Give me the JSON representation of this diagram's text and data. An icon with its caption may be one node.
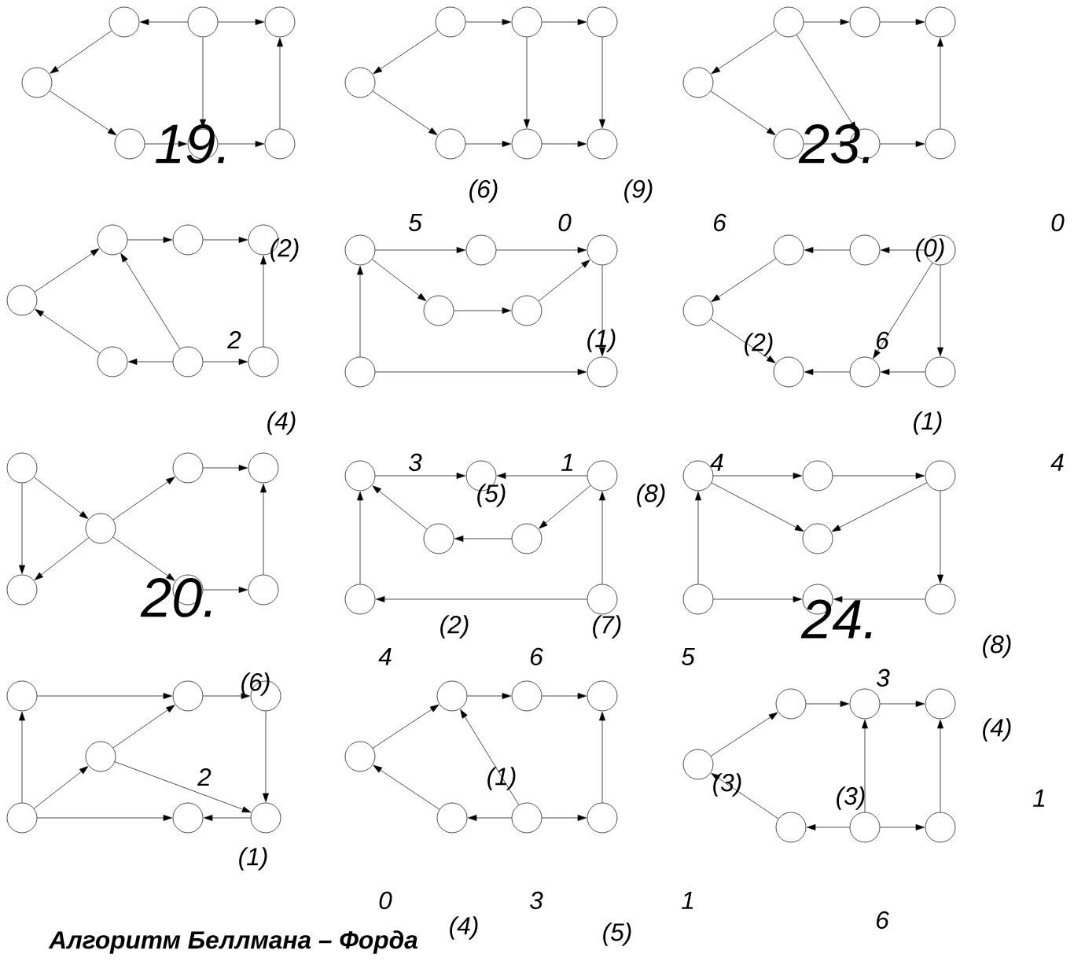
{
  "diagram": {
    "title": "Алгоритм Беллмана – Форда",
    "nodes": [
      {
        "text": [],
        "shape": "circle"
      },
      {
        "text": [],
        "shape": "circle"
      },
      {
        "text": [],
        "shape": "circle"
      },
      {
        "text": [],
        "shape": "circle"
      },
      {
        "text": [],
        "shape": "circle"
      },
      {
        "text": [],
        "shape": "circle"
      },
      {
        "text": [],
        "shape": "circle"
      },
      {
        "text": [],
        "shape": "circle"
      },
      {
        "text": [],
        "shape": "circle"
      },
      {
        "text": [],
        "shape": "circle"
      },
      {
        "text": [],
        "shape": "circle"
      },
      {
        "text": [],
        "shape": "circle"
      },
      {
        "text": [],
        "shape": "circle"
      },
      {
        "text": [],
        "shape": "circle"
      },
      {
        "text": [],
        "shape": "circle"
      },
      {
        "text": [],
        "shape": "circle"
      },
      {
        "text": [],
        "shape": "circle"
      },
      {
        "text": [],
        "shape": "circle"
      },
      {
        "text": [],
        "shape": "circle"
      },
      {
        "text": [],
        "shape": "circle"
      },
      {
        "text": [],
        "shape": "circle"
      },
      {
        "text": [],
        "shape": "circle"
      },
      {
        "text": [],
        "shape": "circle"
      },
      {
        "text": [],
        "shape": "circle"
      },
      {
        "text": [],
        "shape": "circle"
      },
      {
        "text": [],
        "shape": "circle"
      },
      {
        "text": [],
        "shape": "circle"
      },
      {
        "text": [],
        "shape": "circle"
      },
      {
        "text": [],
        "shape": "circle"
      },
      {
        "text": [],
        "shape": "circle"
      },
      {
        "text": [],
        "shape": "circle"
      },
      {
        "text": [],
        "shape": "circle"
      },
      {
        "text": [],
        "shape": "circle"
      },
      {
        "text": [],
        "shape": "circle"
      },
      {
        "text": [],
        "shape": "circle"
      },
      {
        "text": [],
        "shape": "circle"
      },
      {
        "text": [],
        "shape": "circle"
      },
      {
        "text": [],
        "shape": "circle"
      },
      {
        "text": [],
        "shape": "circle"
      },
      {
        "text": [],
        "shape": "circle"
      },
      {
        "text": [],
        "shape": "circle"
      },
      {
        "text": [],
        "shape": "circle"
      },
      {
        "text": [],
        "shape": "circle"
      },
      {
        "text": [],
        "shape": "circle"
      },
      {
        "text": [],
        "shape": "circle"
      },
      {
        "text": [],
        "shape": "circle"
      },
      {
        "text": [],
        "shape": "circle"
      },
      {
        "text": [],
        "shape": "circle"
      },
      {
        "text": [],
        "shape": "circle"
      },
      {
        "text": [],
        "shape": "circle"
      },
      {
        "text": [],
        "shape": "circle"
      },
      {
        "text": [],
        "shape": "circle"
      },
      {
        "text": [],
        "shape": "circle"
      },
      {
        "text": [],
        "shape": "circle"
      },
      {
        "text": [],
        "shape": "circle"
      },
      {
        "text": [],
        "shape": "circle"
      },
      {
        "text": [],
        "shape": "circle"
      },
      {
        "text": [],
        "shape": "circle"
      },
      {
        "text": [],
        "shape": "circle"
      },
      {
        "text": [],
        "shape": "circle"
      },
      {
        "text": [],
        "shape": "circle"
      },
      {
        "text": [],
        "shape": "circle"
      },
      {
        "text": [],
        "shape": "circle"
      },
      {
        "text": [],
        "shape": "circle"
      },
      {
        "text": [],
        "shape": "circle"
      },
      {
        "text": [],
        "shape": "circle"
      },
      {
        "text": [],
        "shape": "circle"
      },
      {
        "text": [],
        "shape": "circle"
      },
      {
        "text": [],
        "shape": "circle"
      },
      {
        "text": [],
        "shape": "circle"
      },
      {
        "text": [],
        "shape": "circle"
      },
      {
        "text": [],
        "shape": "circle"
      },
      {
        "text": [],
        "shape": "circle"
      },
      {
        "text": [],
        "shape": "circle"
      },
      {
        "text": [],
        "shape": "circle"
      },
      {
        "text": [],
        "shape": "circle"
      },
      {
        "text": [],
        "shape": "circle"
      },
      {
        "text": [],
        "shape": "circle"
      },
      {
        "text": [],
        "shape": "circle"
      },
      {
        "text": [],
        "shape": "circle"
      },
      {
        "text": [],
        "shape": "circle"
      },
      {
        "text": [],
        "shape": "circle"
      },
      {
        "text": [],
        "shape": "circle"
      },
      {
        "text": [],
        "shape": "circle"
      }
    ],
    "edges": [
      {
        "from": 1,
        "to": 0,
        "arrow": "to"
      },
      {
        "from": 1,
        "to": 2,
        "arrow": "to"
      },
      {
        "from": 0,
        "to": 3,
        "arrow": "to"
      },
      {
        "from": 3,
        "to": 4,
        "arrow": "to"
      },
      {
        "from": 4,
        "to": 5,
        "arrow": "to"
      },
      {
        "from": 1,
        "to": 5,
        "arrow": "to"
      },
      {
        "from": 5,
        "to": 6,
        "arrow": "to"
      },
      {
        "from": 6,
        "to": 2,
        "arrow": "to"
      },
      {
        "from": 7,
        "to": 8,
        "arrow": "to"
      },
      {
        "from": 8,
        "to": 9,
        "arrow": "to"
      },
      {
        "from": 7,
        "to": 10,
        "arrow": "to"
      },
      {
        "from": 10,
        "to": 11,
        "arrow": "to"
      },
      {
        "from": 11,
        "to": 12,
        "arrow": "to"
      },
      {
        "from": 8,
        "to": 12,
        "arrow": "to"
      },
      {
        "from": 12,
        "to": 13,
        "arrow": "to"
      },
      {
        "from": 9,
        "to": 13,
        "arrow": "to"
      },
      {
        "from": 14,
        "to": 15,
        "arrow": "to"
      },
      {
        "from": 15,
        "to": 16,
        "arrow": "to"
      },
      {
        "from": 14,
        "to": 17,
        "arrow": "to"
      },
      {
        "from": 17,
        "to": 18,
        "arrow": "to"
      },
      {
        "from": 18,
        "to": 19,
        "arrow": "to"
      },
      {
        "from": 14,
        "to": 19,
        "arrow": "to"
      },
      {
        "from": 19,
        "to": 20,
        "arrow": "to"
      },
      {
        "from": 20,
        "to": 16,
        "arrow": "to"
      },
      {
        "from": 21,
        "to": 22,
        "arrow": "to"
      },
      {
        "from": 22,
        "to": 23,
        "arrow": "to"
      },
      {
        "from": 24,
        "to": 21,
        "arrow": "to"
      },
      {
        "from": 25,
        "to": 24,
        "arrow": "to"
      },
      {
        "from": 26,
        "to": 25,
        "arrow": "to"
      },
      {
        "from": 26,
        "to": 21,
        "arrow": "to"
      },
      {
        "from": 26,
        "to": 27,
        "arrow": "to"
      },
      {
        "from": 27,
        "to": 23,
        "arrow": "to"
      },
      {
        "from": 28,
        "to": 29,
        "arrow": "to"
      },
      {
        "from": 29,
        "to": 30,
        "arrow": "to"
      },
      {
        "from": 28,
        "to": 31,
        "arrow": "to"
      },
      {
        "from": 31,
        "to": 32,
        "arrow": "to"
      },
      {
        "from": 32,
        "to": 30,
        "arrow": "to"
      },
      {
        "from": 33,
        "to": 28,
        "arrow": "to"
      },
      {
        "from": 33,
        "to": 34,
        "arrow": "to"
      },
      {
        "from": 30,
        "to": 34,
        "arrow": "to"
      },
      {
        "from": 37,
        "to": 36,
        "arrow": "to"
      },
      {
        "from": 36,
        "to": 35,
        "arrow": "to"
      },
      {
        "from": 35,
        "to": 38,
        "arrow": "to"
      },
      {
        "from": 38,
        "to": 39,
        "arrow": "to"
      },
      {
        "from": 40,
        "to": 39,
        "arrow": "to"
      },
      {
        "from": 41,
        "to": 40,
        "arrow": "to"
      },
      {
        "from": 37,
        "to": 40,
        "arrow": "to"
      },
      {
        "from": 37,
        "to": 41,
        "arrow": "to"
      },
      {
        "from": 43,
        "to": 44,
        "arrow": "to"
      },
      {
        "from": 42,
        "to": 46,
        "arrow": "to"
      },
      {
        "from": 42,
        "to": 45,
        "arrow": "to"
      },
      {
        "from": 45,
        "to": 43,
        "arrow": "to"
      },
      {
        "from": 45,
        "to": 46,
        "arrow": "to"
      },
      {
        "from": 45,
        "to": 47,
        "arrow": "to"
      },
      {
        "from": 47,
        "to": 48,
        "arrow": "to"
      },
      {
        "from": 48,
        "to": 44,
        "arrow": "to"
      },
      {
        "from": 49,
        "to": 50,
        "arrow": "to"
      },
      {
        "from": 51,
        "to": 50,
        "arrow": "to"
      },
      {
        "from": 51,
        "to": 53,
        "arrow": "to"
      },
      {
        "from": 53,
        "to": 52,
        "arrow": "to"
      },
      {
        "from": 52,
        "to": 49,
        "arrow": "to"
      },
      {
        "from": 54,
        "to": 49,
        "arrow": "to"
      },
      {
        "from": 55,
        "to": 54,
        "arrow": "to"
      },
      {
        "from": 55,
        "to": 51,
        "arrow": "to"
      },
      {
        "from": 56,
        "to": 57,
        "arrow": "to"
      },
      {
        "from": 57,
        "to": 58,
        "arrow": "to"
      },
      {
        "from": 56,
        "to": 59,
        "arrow": "to"
      },
      {
        "from": 58,
        "to": 59,
        "arrow": "to"
      },
      {
        "from": 58,
        "to": 62,
        "arrow": "to"
      },
      {
        "from": 60,
        "to": 56,
        "arrow": "to"
      },
      {
        "from": 60,
        "to": 61,
        "arrow": "to"
      },
      {
        "from": 62,
        "to": 61,
        "arrow": "to"
      },
      {
        "from": 63,
        "to": 64,
        "arrow": "to"
      },
      {
        "from": 64,
        "to": 65,
        "arrow": "to"
      },
      {
        "from": 67,
        "to": 63,
        "arrow": "to"
      },
      {
        "from": 67,
        "to": 66,
        "arrow": "to"
      },
      {
        "from": 66,
        "to": 64,
        "arrow": "to"
      },
      {
        "from": 66,
        "to": 69,
        "arrow": "to"
      },
      {
        "from": 67,
        "to": 68,
        "arrow": "to"
      },
      {
        "from": 65,
        "to": 69,
        "arrow": "to"
      },
      {
        "from": 69,
        "to": 68,
        "arrow": "to"
      },
      {
        "from": 73,
        "to": 70,
        "arrow": "to"
      },
      {
        "from": 70,
        "to": 71,
        "arrow": "to"
      },
      {
        "from": 71,
        "to": 72,
        "arrow": "to"
      },
      {
        "from": 74,
        "to": 73,
        "arrow": "to"
      },
      {
        "from": 75,
        "to": 74,
        "arrow": "to"
      },
      {
        "from": 75,
        "to": 70,
        "arrow": "to"
      },
      {
        "from": 75,
        "to": 76,
        "arrow": "to"
      },
      {
        "from": 76,
        "to": 72,
        "arrow": "to"
      },
      {
        "from": 80,
        "to": 77,
        "arrow": "to"
      },
      {
        "from": 77,
        "to": 78,
        "arrow": "to"
      },
      {
        "from": 78,
        "to": 79,
        "arrow": "to"
      },
      {
        "from": 81,
        "to": 80,
        "arrow": "to"
      },
      {
        "from": 82,
        "to": 81,
        "arrow": "to"
      },
      {
        "from": 82,
        "to": 78,
        "arrow": "to"
      },
      {
        "from": 82,
        "to": 83,
        "arrow": "to"
      },
      {
        "from": 83,
        "to": 79,
        "arrow": "to"
      }
    ],
    "labels": [
      "19.",
      "23.",
      "(6)",
      "(9)",
      "5",
      "0",
      "6",
      "0",
      "(2)",
      "(0)",
      "2",
      "(1)",
      "(2)",
      "6",
      "(4)",
      "(1)",
      "3",
      "1",
      "4",
      "4",
      "(5)",
      "(8)",
      "20.",
      "24.",
      "(2)",
      "(7)",
      "(8)",
      "4",
      "6",
      "5",
      "(6)",
      "3",
      "(4)",
      "2",
      "(1)",
      "(3)",
      "(3)",
      "1",
      "(1)",
      "0",
      "3",
      "1",
      "(4)",
      "(5)",
      "6"
    ]
  }
}
